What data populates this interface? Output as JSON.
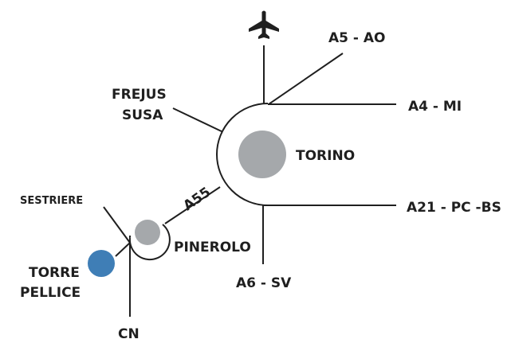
{
  "map": {
    "labels": {
      "a5_ao": "A5 - AO",
      "a4_mi": "A4 - MI",
      "frejus": "FREJUS",
      "susa": "SUSA",
      "torino": "TORINO",
      "a21": "A21 - PC -BS",
      "a55": "A55",
      "sestriere": "SESTRIERE",
      "pinerolo": "PINEROLO",
      "torre": "TORRE",
      "pellice": "PELLICE",
      "a6_sv": "A6 - SV",
      "cn": "CN"
    },
    "icons": {
      "airport": "airplane-icon"
    },
    "colors": {
      "city_grey": "#a5a8ab",
      "torre_pellice_blue": "#3f7eb6",
      "line": "#1f1f1f"
    }
  }
}
